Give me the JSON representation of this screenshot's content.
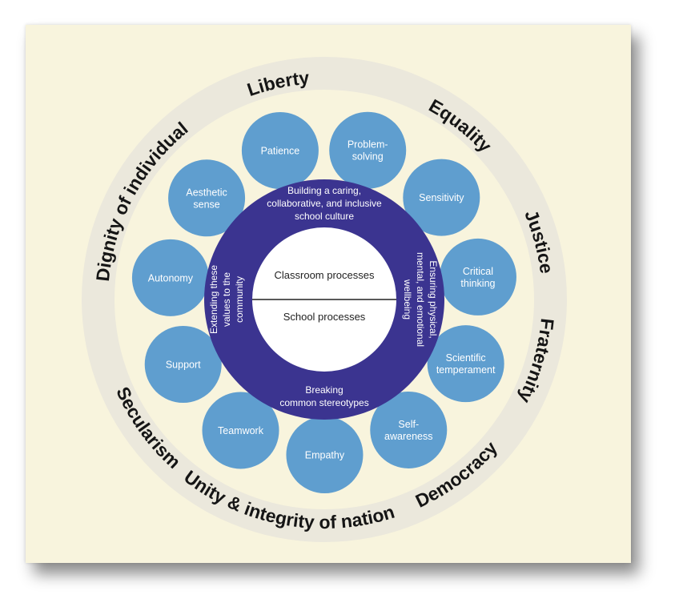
{
  "values_ring": [
    "Liberty",
    "Equality",
    "Justice",
    "Fraternity",
    "Democracy",
    "Unity & integrity of nation",
    "Secularism",
    "Dignity of individual"
  ],
  "competencies": [
    [
      "Patience"
    ],
    [
      "Problem-",
      "solving"
    ],
    [
      "Sensitivity"
    ],
    [
      "Critical",
      "thinking"
    ],
    [
      "Scientific",
      "temperament"
    ],
    [
      "Self-",
      "awareness"
    ],
    [
      "Empathy"
    ],
    [
      "Teamwork"
    ],
    [
      "Support"
    ],
    [
      "Autonomy"
    ],
    [
      "Aesthetic",
      "sense"
    ]
  ],
  "processes_band": {
    "top": [
      "Building a caring,",
      "collaborative, and inclusive",
      "school culture"
    ],
    "right": [
      "Ensuring physical,",
      "mental, and emotional",
      "wellbeing"
    ],
    "bottom": [
      "Breaking",
      "common stereotypes"
    ],
    "left": [
      "Extending these",
      "values to the",
      "community"
    ]
  },
  "core": {
    "upper": "Classroom processes",
    "lower": "School processes"
  },
  "colors": {
    "background": "#f8f4dd",
    "outer_ring": "#ebe8dc",
    "competency_circle": "#5f9ecf",
    "process_band": "#3b3490",
    "core": "#ffffff",
    "ring_text": "#151515"
  }
}
